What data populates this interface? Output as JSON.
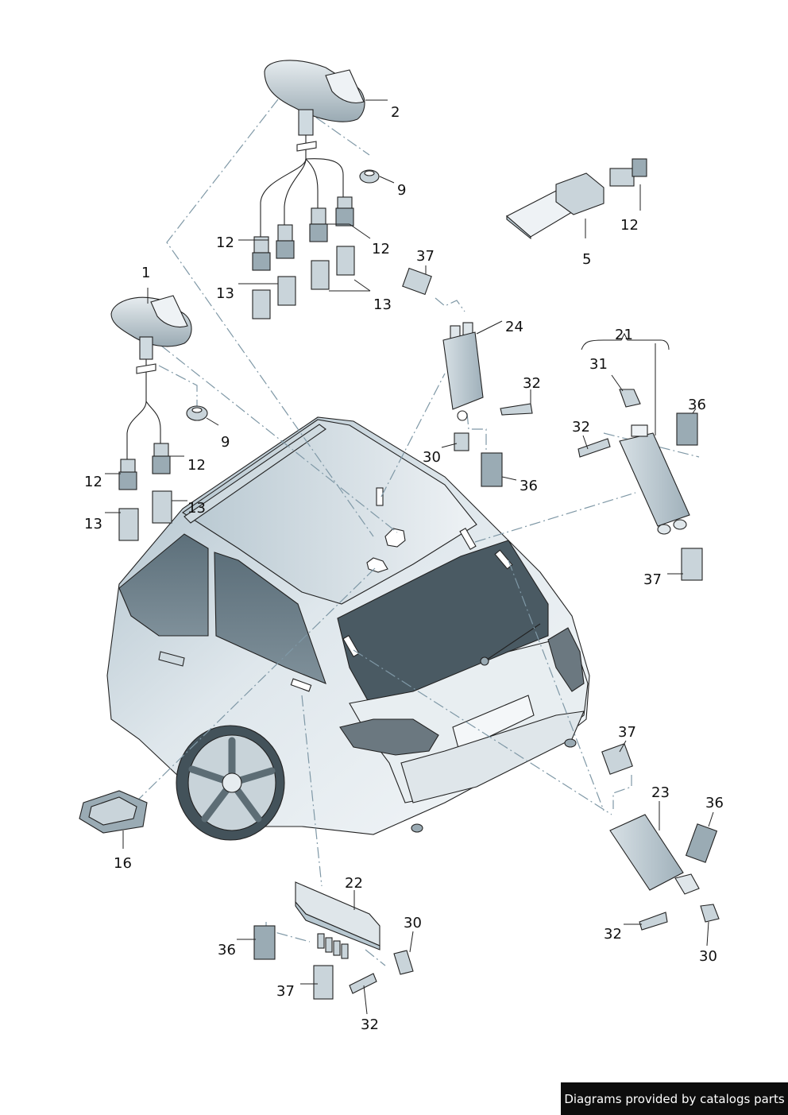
{
  "diagram": {
    "callouts": {
      "c1": "1",
      "c2": "2",
      "c5": "5",
      "c9a": "9",
      "c9b": "9",
      "c12a": "12",
      "c12b": "12",
      "c12c": "12",
      "c12d": "12",
      "c12e": "12",
      "c13a": "13",
      "c13b": "13",
      "c13c": "13",
      "c13d": "13",
      "c16": "16",
      "c21": "21",
      "c22": "22",
      "c23": "23",
      "c24": "24",
      "c30a": "30",
      "c30b": "30",
      "c30c": "30",
      "c31": "31",
      "c32a": "32",
      "c32b": "32",
      "c32c": "32",
      "c32d": "32",
      "c36a": "36",
      "c36b": "36",
      "c36c": "36",
      "c36d": "36",
      "c37a": "37",
      "c37b": "37",
      "c37c": "37",
      "c37d": "37"
    }
  },
  "footer": {
    "credit": "Diagrams provided by catalogs parts"
  }
}
